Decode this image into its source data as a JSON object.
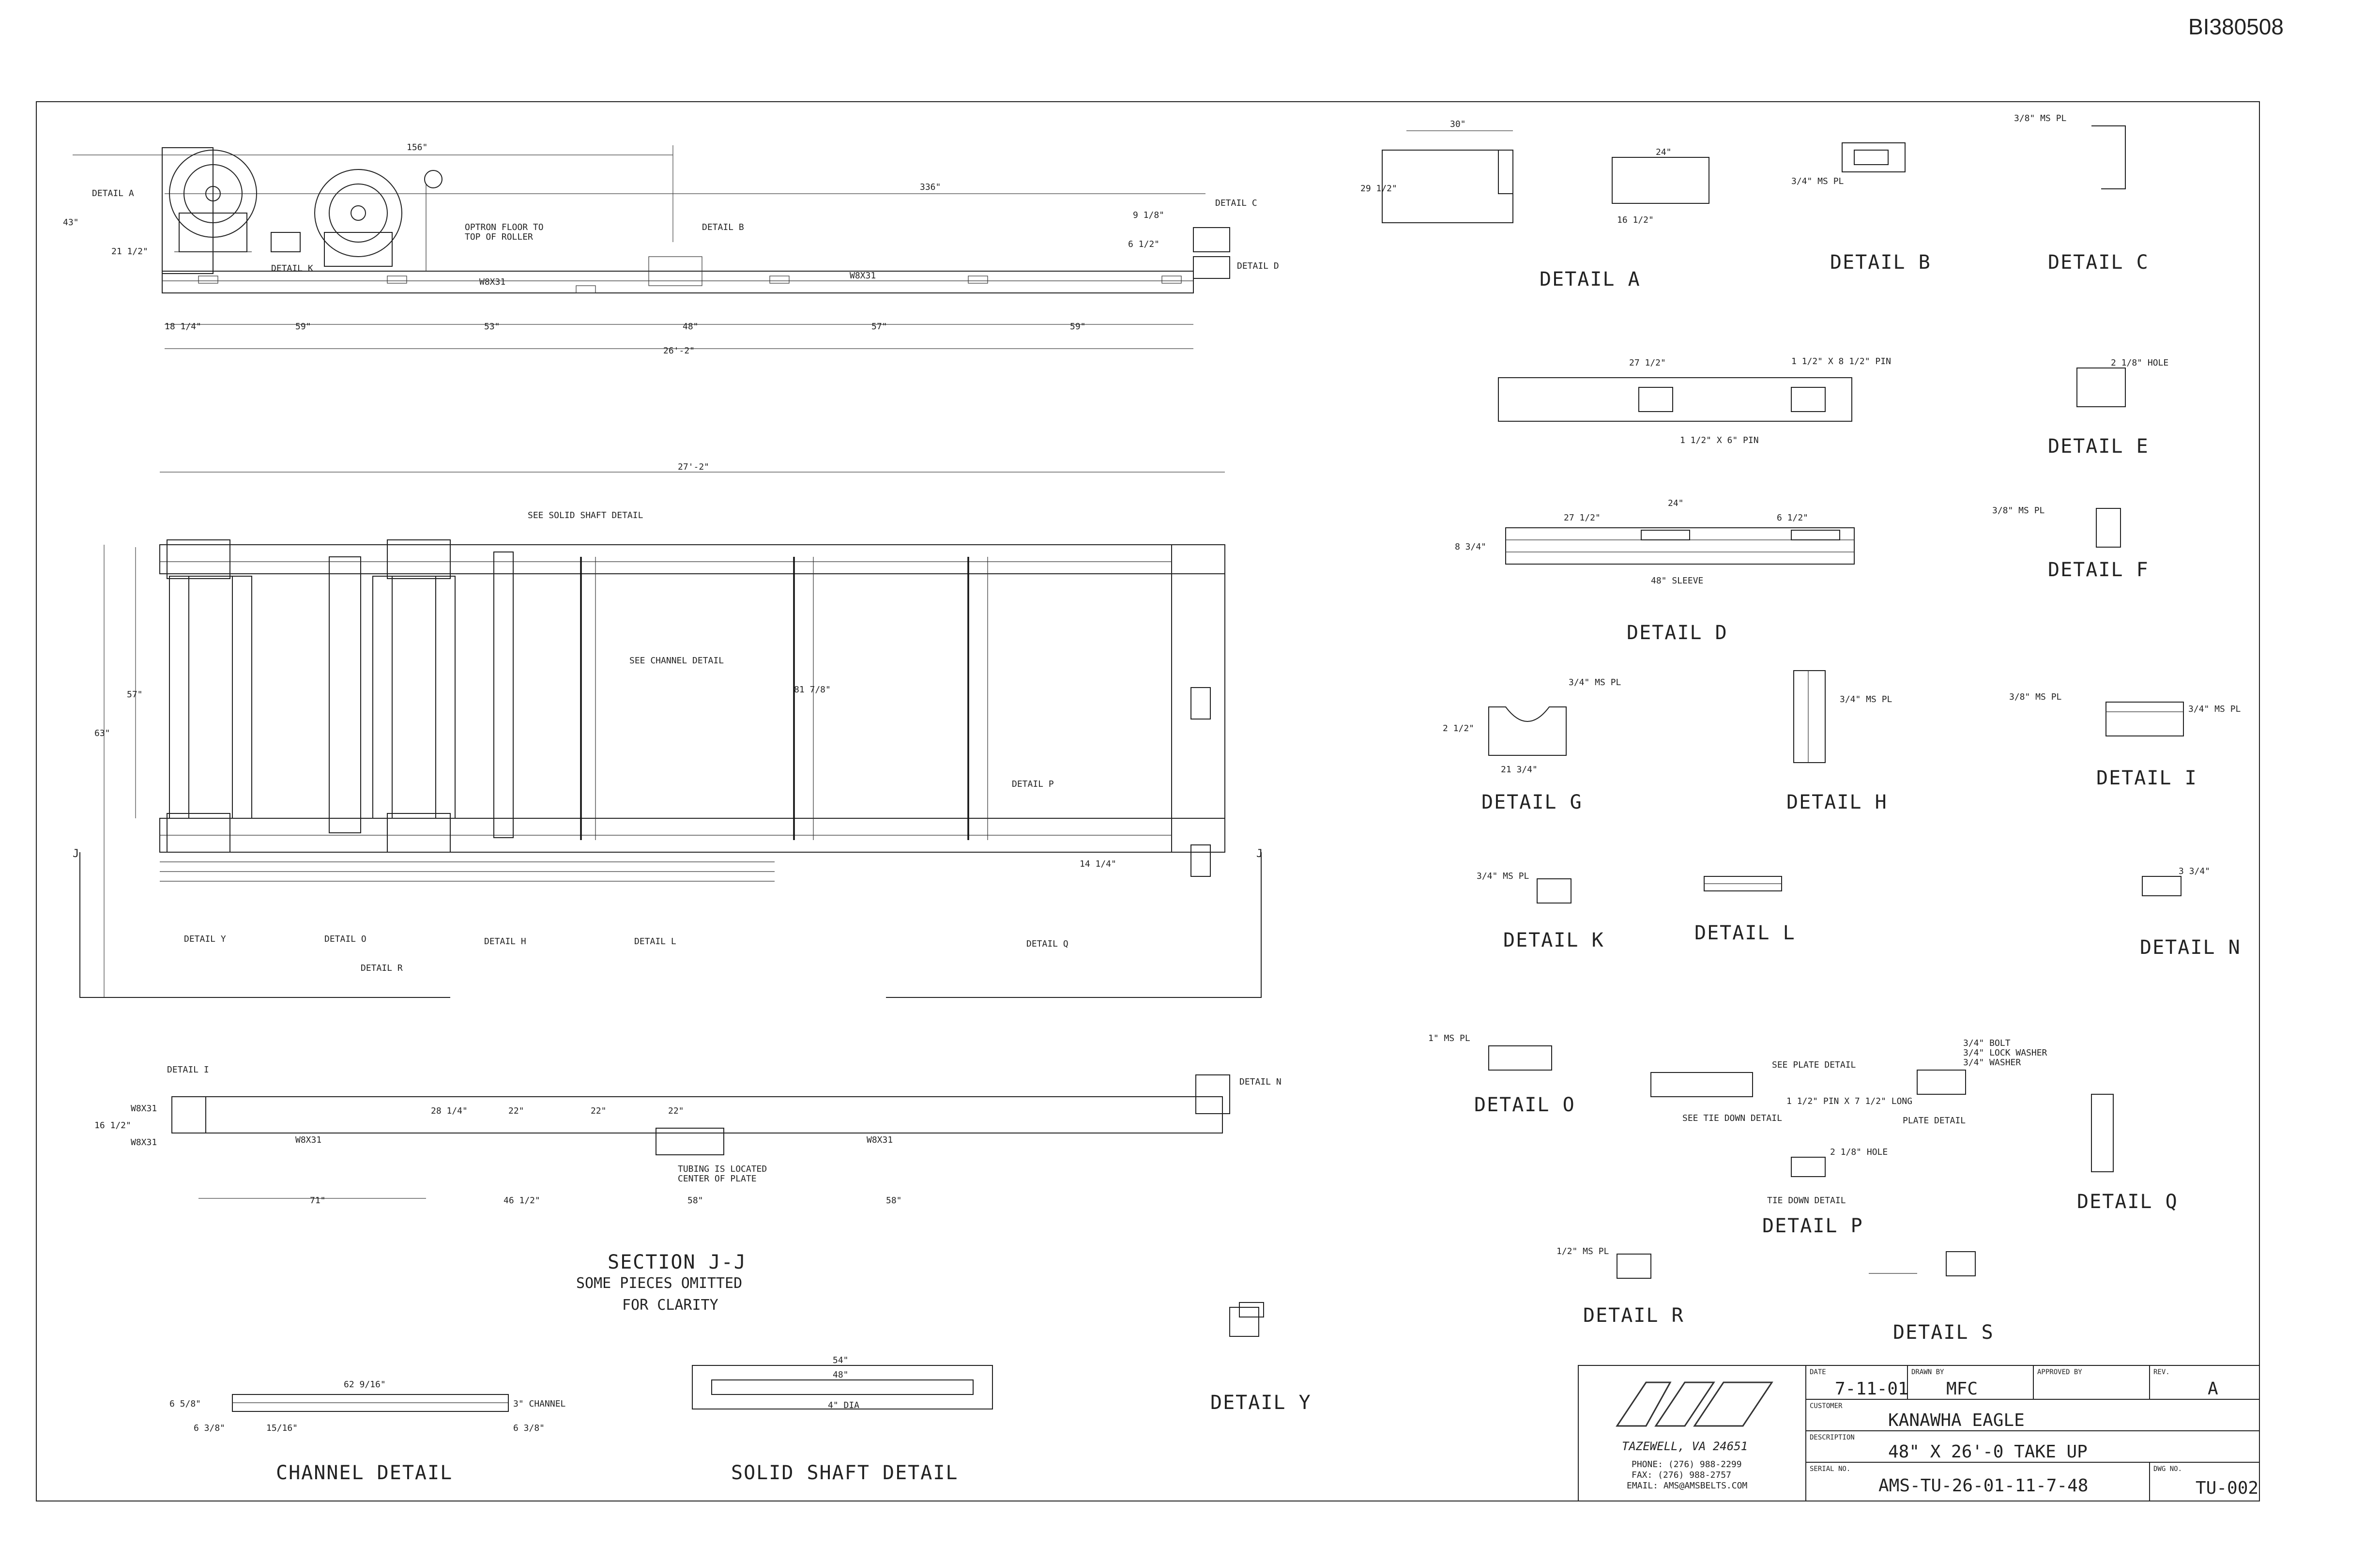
{
  "doc_id": "BI380508",
  "title_block": {
    "company": "TAZEWELL, VA 24651",
    "phone": "PHONE: (276) 988-2299",
    "fax": "FAX: (276) 988-2757",
    "email": "EMAIL: AMS@AMSBELTS.COM",
    "date_label": "DATE",
    "date": "7-11-01",
    "drawn_label": "DRAWN BY",
    "drawn_by": "MFC",
    "approved_label": "APPROVED BY",
    "rev_label": "REV.",
    "revision": "A",
    "customer_label": "CUSTOMER",
    "customer": "KANAWHA EAGLE",
    "description_label": "DESCRIPTION",
    "description": "48\" X 26'-0 TAKE UP",
    "serial_label": "SERIAL NO.",
    "serial": "AMS-TU-26-01-11-7-48",
    "dwg_label": "DWG NO.",
    "dwg": "TU-002"
  },
  "views": {
    "section_title": "SECTION J-J",
    "section_note_1": "SOME PIECES OMITTED",
    "section_note_2": "FOR CLARITY",
    "channel_detail": "CHANNEL DETAIL",
    "solid_shaft_detail": "SOLID SHAFT DETAIL"
  },
  "details": {
    "a": "DETAIL A",
    "b": "DETAIL B",
    "c": "DETAIL C",
    "d": "DETAIL D",
    "e": "DETAIL E",
    "f": "DETAIL F",
    "g": "DETAIL G",
    "h": "DETAIL H",
    "i": "DETAIL I",
    "k": "DETAIL K",
    "l": "DETAIL L",
    "n": "DETAIL N",
    "o": "DETAIL O",
    "p": "DETAIL P",
    "q": "DETAIL Q",
    "r": "DETAIL R",
    "s": "DETAIL S",
    "y": "DETAIL Y"
  },
  "callouts": {
    "detail_a": "DETAIL A",
    "detail_k": "DETAIL K",
    "detail_b": "DETAIL B",
    "detail_c": "DETAIL C",
    "detail_d": "DETAIL D",
    "detail_y": "DETAIL Y",
    "detail_o": "DETAIL O",
    "detail_r": "DETAIL R",
    "detail_h": "DETAIL H",
    "detail_l": "DETAIL L",
    "detail_q": "DETAIL Q",
    "detail_p": "DETAIL P",
    "detail_i": "DETAIL I",
    "detail_n": "DETAIL N",
    "floor_note_1": "OPTRON FLOOR TO",
    "floor_note_2": "TOP OF ROLLER",
    "see_solid_shaft": "SEE SOLID SHAFT DETAIL",
    "see_channel": "SEE CHANNEL DETAIL",
    "tubing_note_1": "TUBING IS LOCATED",
    "tubing_note_2": "CENTER OF PLATE",
    "see_plate": "SEE PLATE DETAIL",
    "see_tie_down": "SEE TIE DOWN DETAIL",
    "plate_detail": "PLATE DETAIL",
    "tie_down_detail": "TIE DOWN DETAIL",
    "bolt_note_1": "3/4\" BOLT",
    "bolt_note_2": "3/4\" LOCK WASHER",
    "bolt_note_3": "3/4\" WASHER",
    "pin_note": "1 1/2\" PIN X 7 1/2\" LONG",
    "shaft_dia": "4\" DIA",
    "channel_lbl": "3\" CHANNEL",
    "w_label": "W8X31",
    "hole_note": "2 1/8\" HOLE",
    "pin_e": "1 1/2\" X 8 1/2\" PIN",
    "pin_e2": "1 1/2\" X 6\" PIN",
    "sleeve": "48\" SLEEVE"
  },
  "dims": {
    "d156": "156\"",
    "d336": "336\"",
    "d43": "43\"",
    "d21": "21 1/2\"",
    "d9": "9 1/8\"",
    "d6": "6 1/2\"",
    "d18": "18 1/4\"",
    "d59a": "59\"",
    "d53a": "53\"",
    "d48a": "48\"",
    "d57": "57\"",
    "d59b": "59\"",
    "d26": "26'-2\"",
    "d27": "27'-2\"",
    "d63": "63\"",
    "d57b": "57\"",
    "d81": "81 7/8\"",
    "d14": "14 1/4\"",
    "d28": "28 1/4\"",
    "d22a": "22\"",
    "d22b": "22\"",
    "d22c": "22\"",
    "d71": "71\"",
    "d46": "46 1/2\"",
    "d58": "58\"",
    "d58b": "58\"",
    "d62": "62 9/16\"",
    "d6b": "6 5/8\"",
    "d6c": "6 3/8\"",
    "d6d": "6 3/8\"",
    "d1516": "15/16\"",
    "d48": "48\"",
    "d54": "54\"",
    "d30": "30\"",
    "d29": "29 1/2\"",
    "d24": "24\"",
    "d16": "16 1/2\"",
    "d8": "8 3/4\"",
    "d27b": "27 1/2\"",
    "d6e": "6 1/2\"",
    "d21b": "21 3/4\"",
    "d3": "3 3/4\"",
    "d2": "2 1/2\"",
    "ms_pl_34": "3/4\" MS PL",
    "ms_pl_1": "1\" MS PL",
    "ms_pl_12": "1/2\" MS PL",
    "ms_pl_38": "3/8\" MS PL"
  }
}
